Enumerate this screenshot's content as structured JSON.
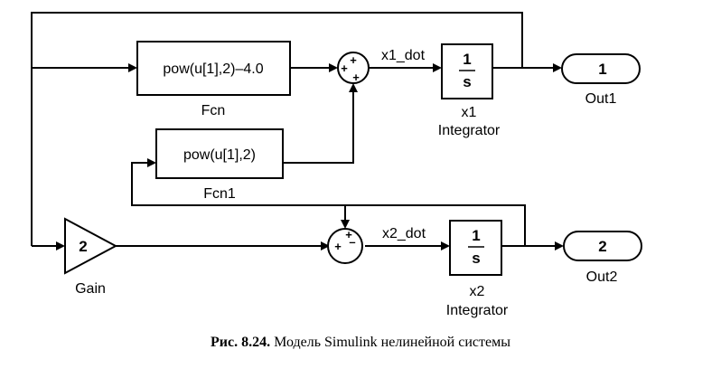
{
  "blocks": {
    "fcn": {
      "expression": "pow(u[1],2)–4.0",
      "name": "Fcn"
    },
    "fcn1": {
      "expression": "pow(u[1],2)",
      "name": "Fcn1"
    },
    "gain": {
      "value": "2",
      "name": "Gain"
    },
    "sum1": {
      "sign_top": "+",
      "sign_left": "+",
      "sign_bottom": "+"
    },
    "sum2": {
      "sign_top": "+",
      "sign_left": "+",
      "sign_bottom": "–"
    },
    "integrator1": {
      "numerator": "1",
      "denominator": "s",
      "name_line1": "x1",
      "name_line2": "Integrator"
    },
    "integrator2": {
      "numerator": "1",
      "denominator": "s",
      "name_line1": "x2",
      "name_line2": "Integrator"
    },
    "out1": {
      "port": "1",
      "name": "Out1"
    },
    "out2": {
      "port": "2",
      "name": "Out2"
    }
  },
  "signals": {
    "x1_dot": "x1_dot",
    "x2_dot": "x2_dot"
  },
  "caption": {
    "figure": "Рис. 8.24.",
    "text": "Модель Simulink нелинейной системы"
  }
}
